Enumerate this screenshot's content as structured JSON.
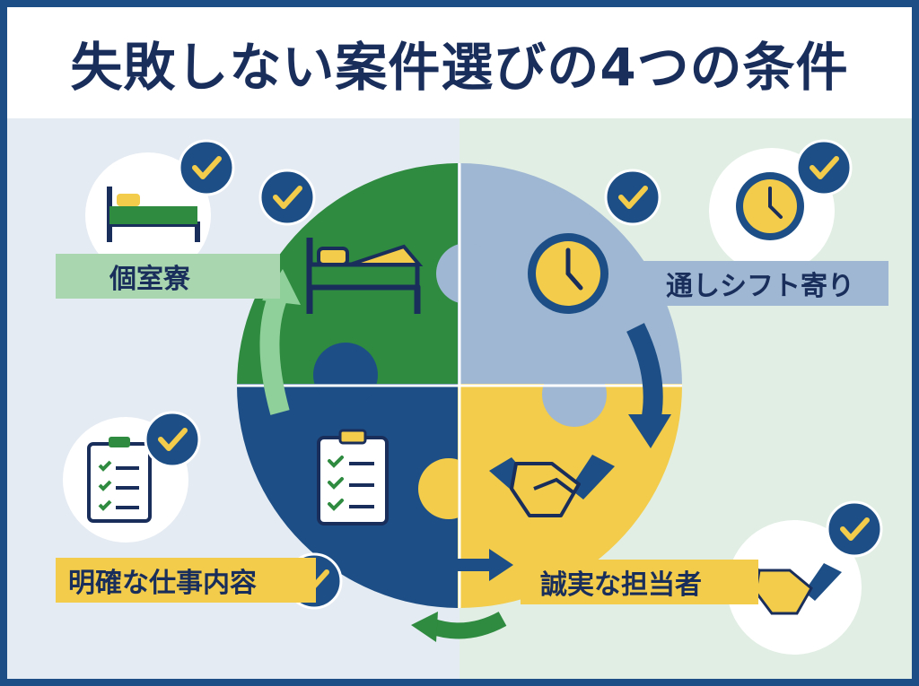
{
  "title": "失敗しない案件選びの4つの条件",
  "conditions": [
    {
      "label": "個室寮",
      "icon": "bed-icon"
    },
    {
      "label": "通しシフト寄り",
      "icon": "clock-icon"
    },
    {
      "label": "明確な仕事内容",
      "icon": "clipboard-checklist-icon"
    },
    {
      "label": "誠実な担当者",
      "icon": "handshake-icon"
    }
  ],
  "colors": {
    "navy": "#1d4f86",
    "green": "#2e8b3f",
    "light_blue": "#9fb7d2",
    "yellow": "#f2cc4a",
    "check": "#f2cc4a"
  }
}
